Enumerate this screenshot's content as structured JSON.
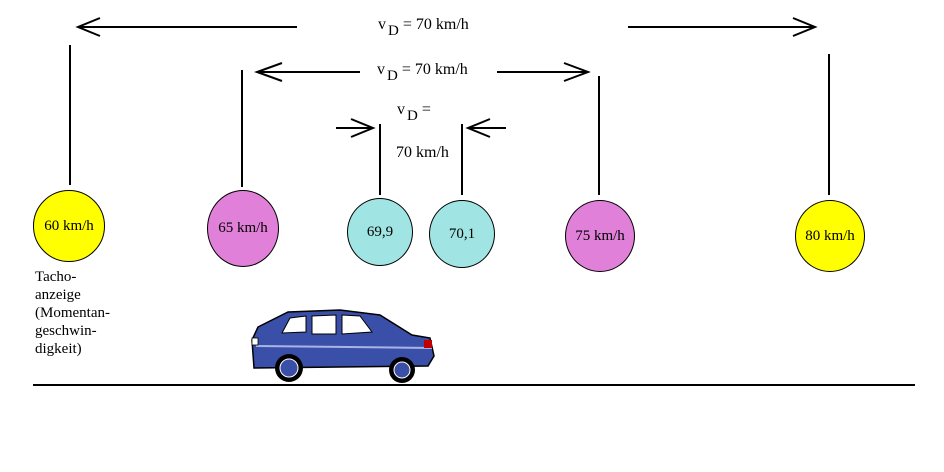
{
  "speed_labels": {
    "outer": {
      "v": "v",
      "sub": "D",
      "rest": "= 70 km/h"
    },
    "middle": {
      "v": "v",
      "sub": "D",
      "rest": "= 70 km/h"
    },
    "inner": {
      "v": "v",
      "sub": "D",
      "rest": "=",
      "line2": "70 km/h"
    }
  },
  "circles": [
    {
      "label": "60 km/h",
      "color": "#ffff00"
    },
    {
      "label": "65 km/h",
      "color": "#e080d8"
    },
    {
      "label": "69,9",
      "color": "#a0e4e4"
    },
    {
      "label": "70,1",
      "color": "#a0e4e4"
    },
    {
      "label": "75 km/h",
      "color": "#e080d8"
    },
    {
      "label": "80 km/h",
      "color": "#ffff00"
    }
  ],
  "tacho_caption": [
    "Tacho-",
    "anzeige",
    "(Momentan-",
    "geschwin-",
    "digkeit)"
  ],
  "car_color": "#3a4fa8"
}
